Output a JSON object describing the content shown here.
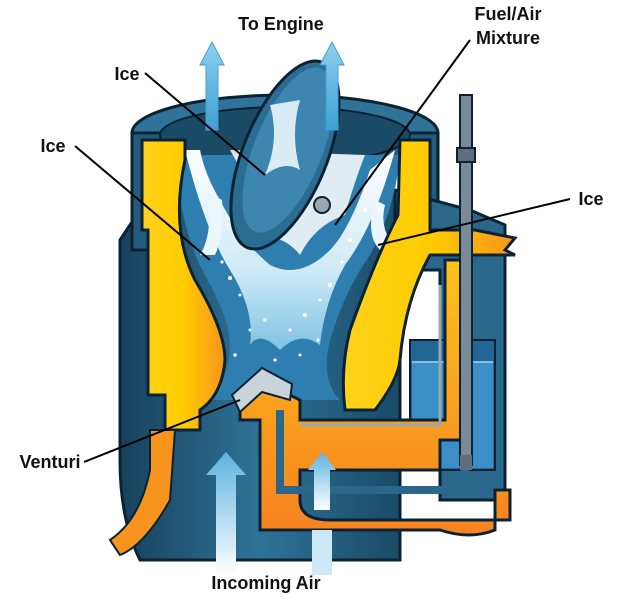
{
  "labels": {
    "to_engine": "To Engine",
    "fuel_air_1": "Fuel/Air",
    "fuel_air_2": "Mixture",
    "ice_top": "Ice",
    "ice_left": "Ice",
    "ice_right": "Ice",
    "venturi": "Venturi",
    "incoming_air": "Incoming Air"
  },
  "colors": {
    "body_yellow": "#ffcc00",
    "body_orange": "#f7941d",
    "outline": "#0b2235",
    "steel_blue_dark": "#1f4e6b",
    "steel_blue": "#2f7398",
    "steel_blue_light": "#4d90b5",
    "fuel_blue": "#3b8fc6",
    "ice_light": "#dff2fb",
    "ice_mid": "#9fd5ee",
    "arrow_blue": "#5bb3e0"
  }
}
